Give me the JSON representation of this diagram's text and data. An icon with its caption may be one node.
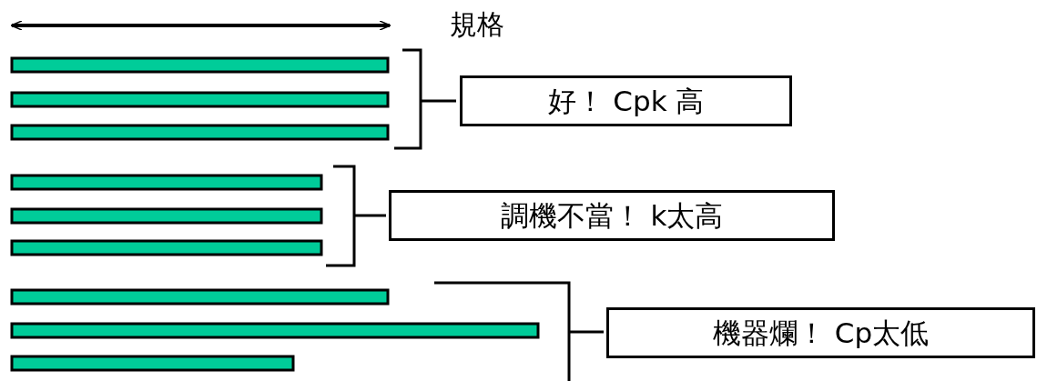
{
  "diagram": {
    "nodes": [
      {
        "text": [
          "好！ Cpk 高"
        ]
      },
      {
        "text": [
          "調機不當！ k太高"
        ]
      },
      {
        "text": [
          "機器爛！ Cp太低"
        ]
      }
    ],
    "labels": [
      "規格"
    ]
  }
}
